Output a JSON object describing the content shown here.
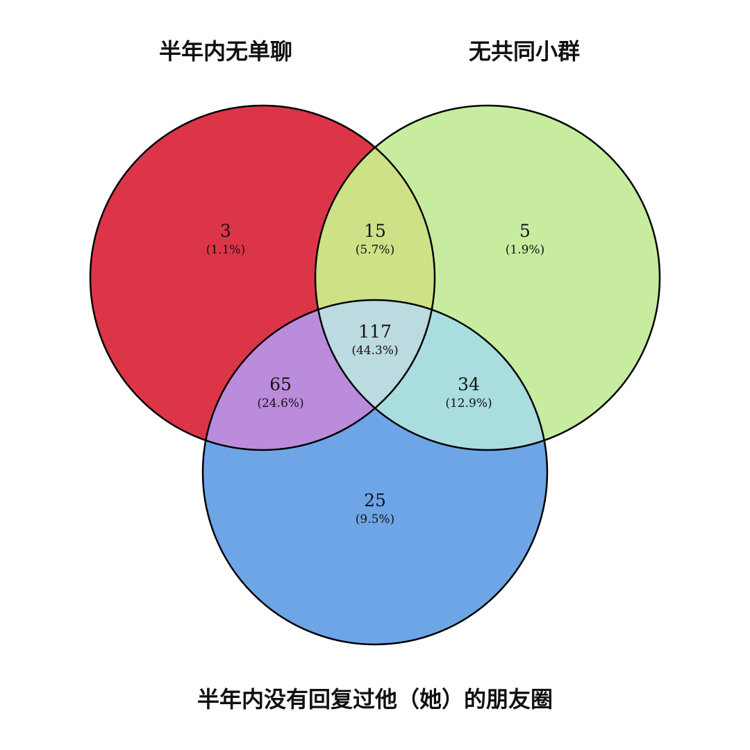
{
  "sets": [
    {
      "id": "A",
      "label": "半年内无单聊",
      "color": "#dc3548"
    },
    {
      "id": "B",
      "label": "无共同小群",
      "color": "#c7eca0"
    },
    {
      "id": "C",
      "label": "半年内没有回复过他（她）的朋友圈",
      "color": "#6ea5e6"
    }
  ],
  "regions": {
    "A_only": {
      "count": "3",
      "percent": "(1.1%)",
      "color": "#dc3548"
    },
    "B_only": {
      "count": "5",
      "percent": "(1.9%)",
      "color": "#c7eca0"
    },
    "C_only": {
      "count": "25",
      "percent": "(9.5%)",
      "color": "#6ea5e6"
    },
    "AB_only": {
      "count": "15",
      "percent": "(5.7%)",
      "color": "#cde187"
    },
    "AC_only": {
      "count": "65",
      "percent": "(24.6%)",
      "color": "#bb8bdc"
    },
    "BC_only": {
      "count": "34",
      "percent": "(12.9%)",
      "color": "#a9dde0"
    },
    "ABC": {
      "count": "117",
      "percent": "(44.3%)",
      "color": "#bcdbe0"
    }
  }
}
